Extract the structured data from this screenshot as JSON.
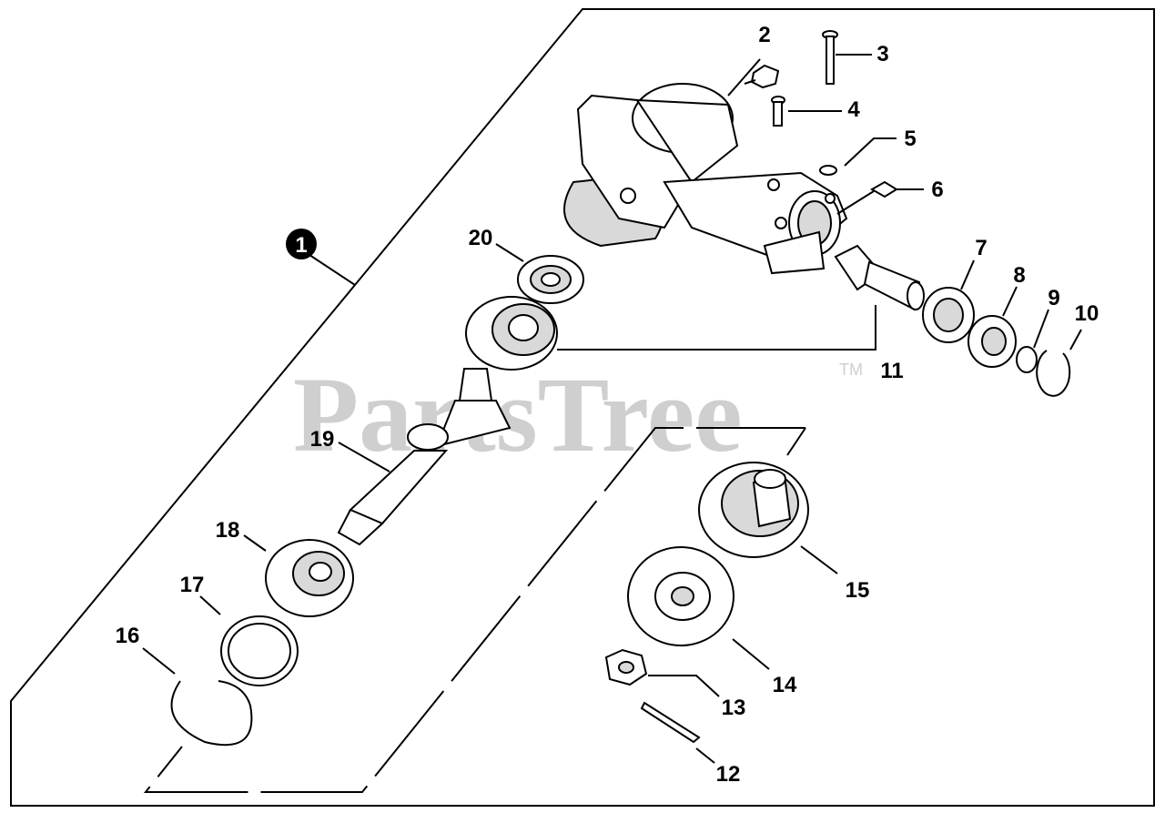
{
  "watermark": {
    "brand": "PartsTree",
    "trademark": "TM"
  },
  "callouts": {
    "assembly": "1",
    "c2": "2",
    "c3": "3",
    "c4": "4",
    "c5": "5",
    "c6": "6",
    "c7": "7",
    "c8": "8",
    "c9": "9",
    "c10": "10",
    "c11": "11",
    "c12": "12",
    "c13": "13",
    "c14": "14",
    "c15": "15",
    "c16": "16",
    "c17": "17",
    "c18": "18",
    "c19": "19",
    "c20": "20"
  }
}
